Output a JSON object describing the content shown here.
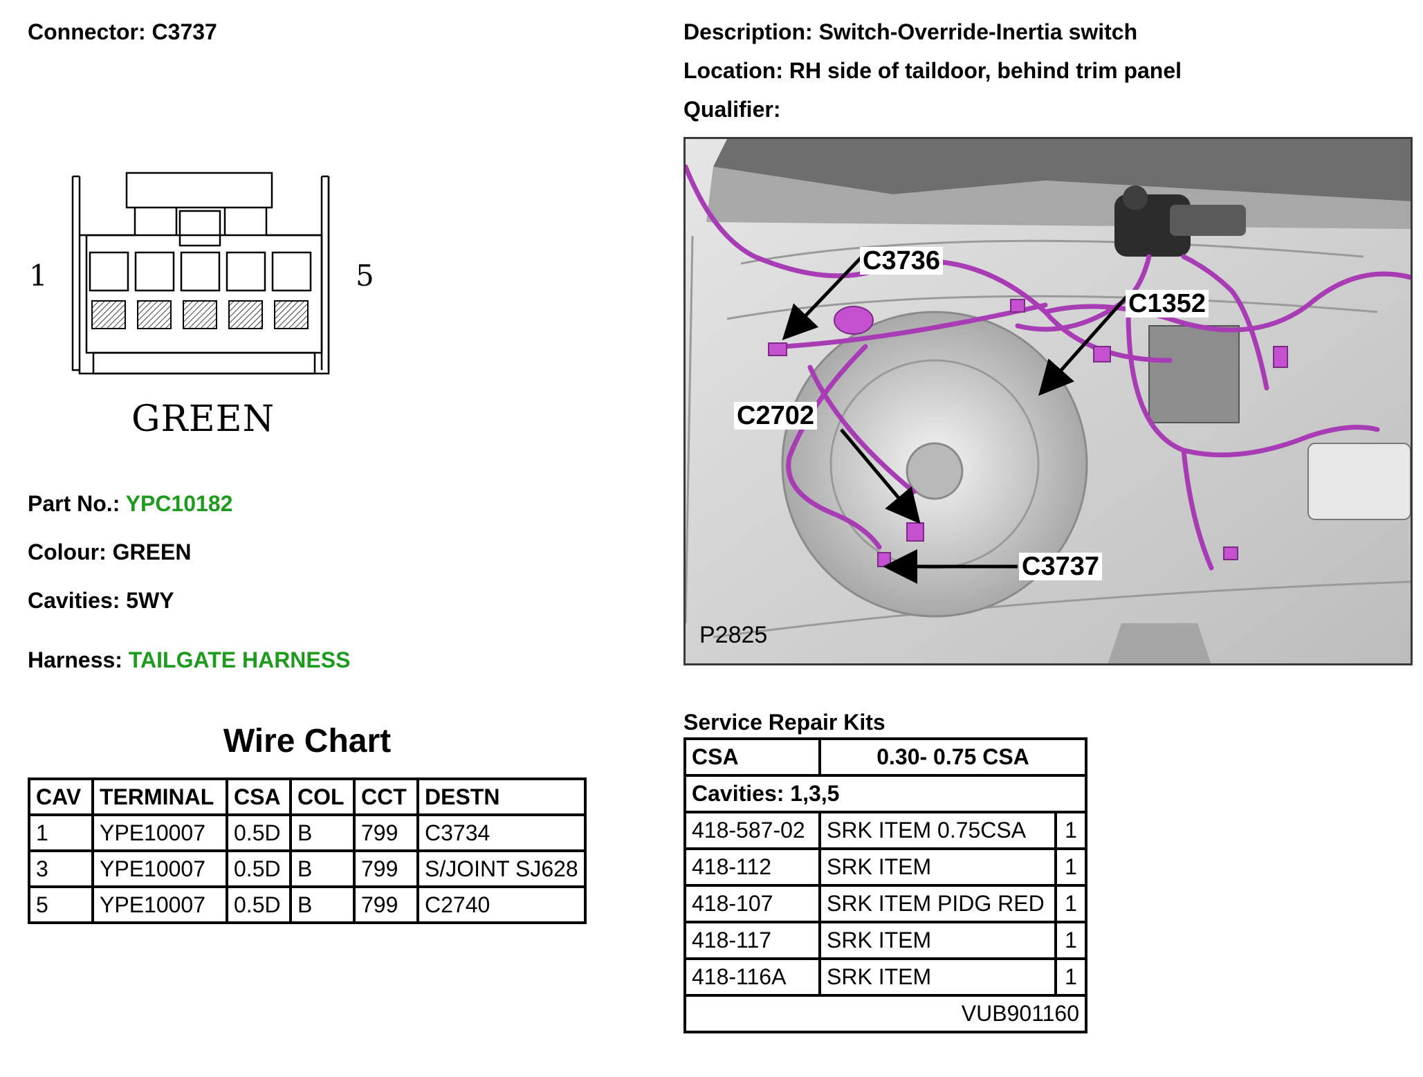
{
  "connector": {
    "label": "Connector:",
    "value": "C3737"
  },
  "description": {
    "label": "Description:",
    "value": "Switch-Override-Inertia switch"
  },
  "location": {
    "label": "Location:",
    "value": "RH side of taildoor, behind trim panel"
  },
  "qualifier": {
    "label": "Qualifier:",
    "value": ""
  },
  "face": {
    "pin_first": "1",
    "pin_last": "5",
    "colour_text": "GREEN"
  },
  "part_no": {
    "label": "Part No.:",
    "value": "YPC10182"
  },
  "colour": {
    "label": "Colour:",
    "value": "GREEN"
  },
  "cavities": {
    "label": "Cavities:",
    "value": "5WY"
  },
  "harness": {
    "label": "Harness:",
    "value": "TAILGATE HARNESS"
  },
  "wire_chart": {
    "title": "Wire Chart",
    "headers": [
      "CAV",
      "TERMINAL",
      "CSA",
      "COL",
      "CCT",
      "DESTN"
    ],
    "rows": [
      [
        "1",
        "YPE10007",
        "0.5D",
        "B",
        "799",
        "C3734"
      ],
      [
        "3",
        "YPE10007",
        "0.5D",
        "B",
        "799",
        "S/JOINT SJ628"
      ],
      [
        "5",
        "YPE10007",
        "0.5D",
        "B",
        "799",
        "C2740"
      ]
    ]
  },
  "photo": {
    "callouts": [
      "C3736",
      "C1352",
      "C2702",
      "C3737"
    ],
    "image_id": "P2825",
    "colors": {
      "harness": "#a83cb4",
      "panel": "#d8d8d8",
      "frame": "#3a3a3a"
    }
  },
  "srk": {
    "title": "Service Repair Kits",
    "csa_label": "CSA",
    "csa_value": "0.30- 0.75 CSA",
    "cavities_line": "Cavities: 1,3,5",
    "items": [
      [
        "418-587-02",
        "SRK ITEM 0.75CSA",
        "1"
      ],
      [
        "418-112",
        "SRK ITEM",
        "1"
      ],
      [
        "418-107",
        "SRK ITEM PIDG RED",
        "1"
      ],
      [
        "418-117",
        "SRK ITEM",
        "1"
      ],
      [
        "418-116A",
        "SRK ITEM",
        "1"
      ]
    ],
    "footer": "VUB901160"
  }
}
